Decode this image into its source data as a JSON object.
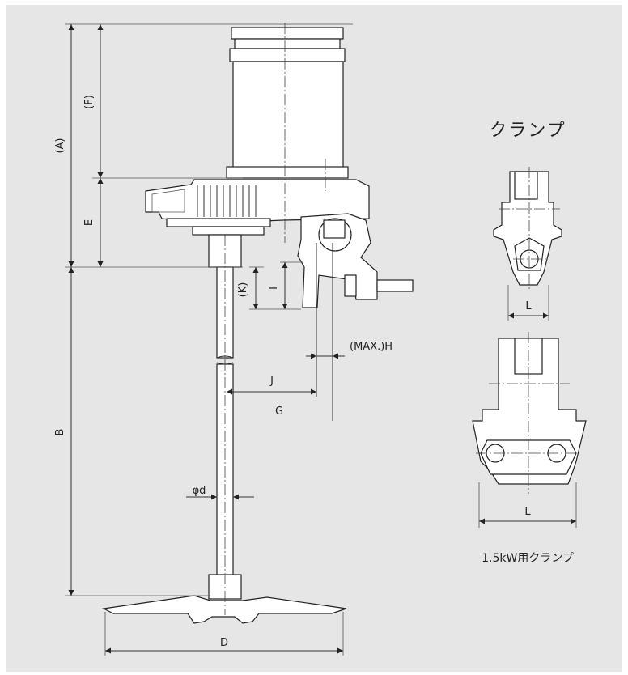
{
  "labels": {
    "A": "(A)",
    "F": "(F)",
    "E": "E",
    "K": "(K)",
    "I": "I",
    "B": "B",
    "J": "J",
    "G": "G",
    "H": "(MAX.)H",
    "d": "φd",
    "D": "D",
    "L1": "L",
    "L2": "L"
  },
  "clamp_title": "クランプ",
  "clamp_caption": "1.5kW用クランプ",
  "colors": {
    "background": "#e6e6e6",
    "line": "#222222"
  }
}
